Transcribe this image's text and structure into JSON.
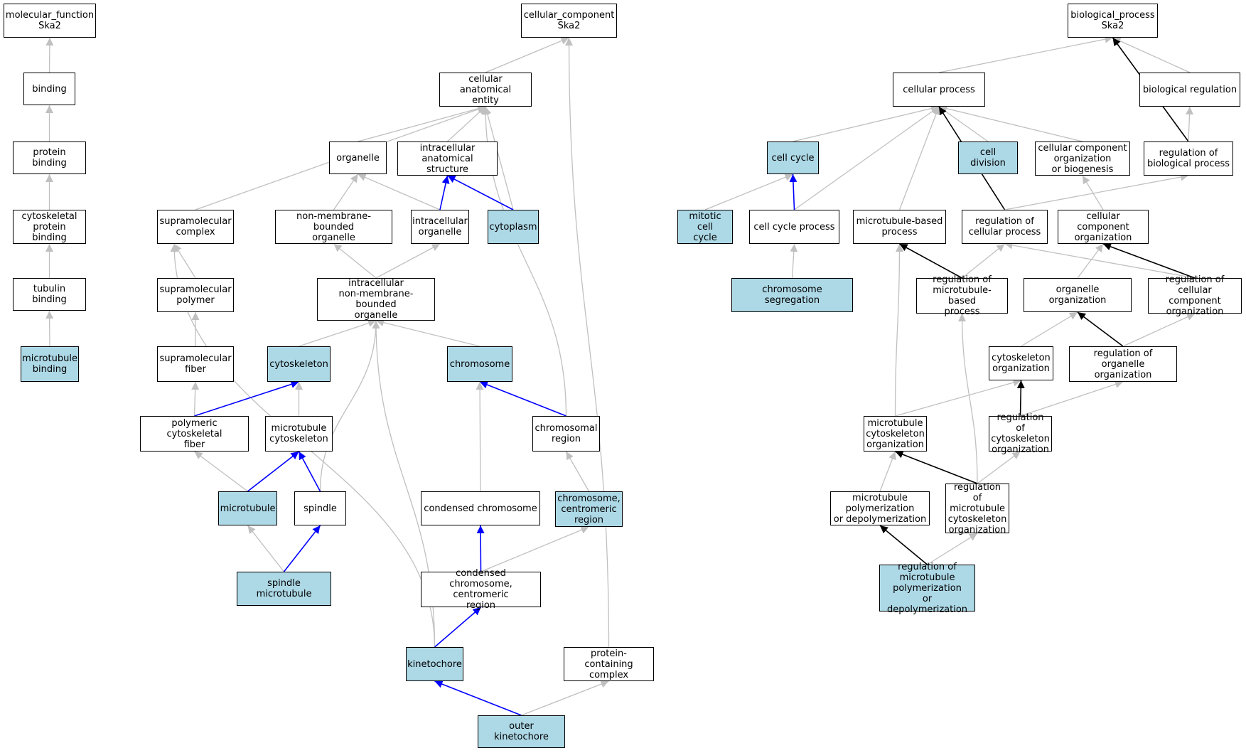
{
  "colors": {
    "highlight": "#add8e6",
    "node_bg": "#ffffff",
    "edge_is_a": "#c0c0c0",
    "edge_part_of": "#0000ff",
    "edge_regulates": "#000000"
  },
  "nodes": [
    {
      "id": "mf",
      "label": "molecular_function\nSka2",
      "hl": false
    },
    {
      "id": "bind",
      "label": "binding",
      "hl": false
    },
    {
      "id": "pbind",
      "label": "protein binding",
      "hl": false
    },
    {
      "id": "cpbind",
      "label": "cytoskeletal\nprotein binding",
      "hl": false
    },
    {
      "id": "tbind",
      "label": "tubulin binding",
      "hl": false
    },
    {
      "id": "mtbind",
      "label": "microtubule\nbinding",
      "hl": true
    },
    {
      "id": "cc",
      "label": "cellular_component\nSka2",
      "hl": false
    },
    {
      "id": "cae",
      "label": "cellular anatomical\nentity",
      "hl": false
    },
    {
      "id": "org",
      "label": "organelle",
      "hl": false
    },
    {
      "id": "ias",
      "label": "intracellular\nanatomical structure",
      "hl": false
    },
    {
      "id": "smc",
      "label": "supramolecular\ncomplex",
      "hl": false
    },
    {
      "id": "nmbo",
      "label": "non-membrane-bounded\norganelle",
      "hl": false
    },
    {
      "id": "io",
      "label": "intracellular\norganelle",
      "hl": false
    },
    {
      "id": "cyto",
      "label": "cytoplasm",
      "hl": true
    },
    {
      "id": "smp",
      "label": "supramolecular\npolymer",
      "hl": false
    },
    {
      "id": "inmbo",
      "label": "intracellular\nnon-membrane-bounded\norganelle",
      "hl": false
    },
    {
      "id": "smf",
      "label": "supramolecular\nfiber",
      "hl": false
    },
    {
      "id": "csk",
      "label": "cytoskeleton",
      "hl": true
    },
    {
      "id": "chrom",
      "label": "chromosome",
      "hl": true
    },
    {
      "id": "pcf",
      "label": "polymeric cytoskeletal\nfiber",
      "hl": false
    },
    {
      "id": "mtcsk",
      "label": "microtubule\ncytoskeleton",
      "hl": false
    },
    {
      "id": "chrreg",
      "label": "chromosomal\nregion",
      "hl": false
    },
    {
      "id": "mt",
      "label": "microtubule",
      "hl": true
    },
    {
      "id": "spindle",
      "label": "spindle",
      "hl": false
    },
    {
      "id": "condchr",
      "label": "condensed chromosome",
      "hl": false
    },
    {
      "id": "chrcen",
      "label": "chromosome,\ncentromeric\nregion",
      "hl": true
    },
    {
      "id": "spmt",
      "label": "spindle microtubule",
      "hl": true
    },
    {
      "id": "ccr",
      "label": "condensed chromosome,\ncentromeric\nregion",
      "hl": false
    },
    {
      "id": "kin",
      "label": "kinetochore",
      "hl": true
    },
    {
      "id": "pcc",
      "label": "protein-containing\ncomplex",
      "hl": false
    },
    {
      "id": "okin",
      "label": "outer kinetochore",
      "hl": true
    },
    {
      "id": "bp",
      "label": "biological_process\nSka2",
      "hl": false
    },
    {
      "id": "cp",
      "label": "cellular process",
      "hl": false
    },
    {
      "id": "breg",
      "label": "biological regulation",
      "hl": false
    },
    {
      "id": "ccyc",
      "label": "cell cycle",
      "hl": true
    },
    {
      "id": "cdiv",
      "label": "cell division",
      "hl": true
    },
    {
      "id": "ccob",
      "label": "cellular component\norganization\nor biogenesis",
      "hl": false
    },
    {
      "id": "rbp",
      "label": "regulation of\nbiological process",
      "hl": false
    },
    {
      "id": "mcc",
      "label": "mitotic cell\ncycle",
      "hl": true
    },
    {
      "id": "ccp",
      "label": "cell cycle process",
      "hl": false
    },
    {
      "id": "mtbp",
      "label": "microtubule-based\nprocess",
      "hl": false
    },
    {
      "id": "rcp",
      "label": "regulation of\ncellular process",
      "hl": false
    },
    {
      "id": "cco",
      "label": "cellular component\norganization",
      "hl": false
    },
    {
      "id": "chseg",
      "label": "chromosome segregation",
      "hl": true
    },
    {
      "id": "rmtbp",
      "label": "regulation of\nmicrotubule-based\nprocess",
      "hl": false
    },
    {
      "id": "oo",
      "label": "organelle organization",
      "hl": false
    },
    {
      "id": "rcco",
      "label": "regulation of\ncellular component\norganization",
      "hl": false
    },
    {
      "id": "csko",
      "label": "cytoskeleton\norganization",
      "hl": false
    },
    {
      "id": "roo",
      "label": "regulation of\norganelle organization",
      "hl": false
    },
    {
      "id": "mtcsko",
      "label": "microtubule\ncytoskeleton\norganization",
      "hl": false
    },
    {
      "id": "rcsko",
      "label": "regulation of\ncytoskeleton\norganization",
      "hl": false
    },
    {
      "id": "mtpd",
      "label": "microtubule\npolymerization\nor depolymerization",
      "hl": false
    },
    {
      "id": "rmtcsko",
      "label": "regulation of\nmicrotubule\ncytoskeleton\norganization",
      "hl": false
    },
    {
      "id": "rmtpd",
      "label": "regulation of\nmicrotubule\npolymerization\nor depolymerization",
      "hl": true
    }
  ],
  "edges": [
    {
      "from": "bind",
      "to": "mf",
      "type": "is_a"
    },
    {
      "from": "pbind",
      "to": "bind",
      "type": "is_a"
    },
    {
      "from": "cpbind",
      "to": "pbind",
      "type": "is_a"
    },
    {
      "from": "tbind",
      "to": "cpbind",
      "type": "is_a"
    },
    {
      "from": "mtbind",
      "to": "tbind",
      "type": "is_a"
    },
    {
      "from": "cae",
      "to": "cc",
      "type": "is_a"
    },
    {
      "from": "pcc",
      "to": "cc",
      "type": "is_a"
    },
    {
      "from": "org",
      "to": "cae",
      "type": "is_a"
    },
    {
      "from": "ias",
      "to": "cae",
      "type": "is_a"
    },
    {
      "from": "smc",
      "to": "cae",
      "type": "is_a"
    },
    {
      "from": "cyto",
      "to": "cae",
      "type": "is_a"
    },
    {
      "from": "chrreg",
      "to": "cae",
      "type": "is_a"
    },
    {
      "from": "nmbo",
      "to": "org",
      "type": "is_a"
    },
    {
      "from": "io",
      "to": "org",
      "type": "is_a"
    },
    {
      "from": "io",
      "to": "ias",
      "type": "part_of"
    },
    {
      "from": "cyto",
      "to": "ias",
      "type": "part_of"
    },
    {
      "from": "inmbo",
      "to": "nmbo",
      "type": "is_a"
    },
    {
      "from": "inmbo",
      "to": "io",
      "type": "is_a"
    },
    {
      "from": "smp",
      "to": "smc",
      "type": "is_a"
    },
    {
      "from": "kin",
      "to": "smc",
      "type": "is_a"
    },
    {
      "from": "smf",
      "to": "smp",
      "type": "is_a"
    },
    {
      "from": "pcf",
      "to": "smf",
      "type": "is_a"
    },
    {
      "from": "csk",
      "to": "inmbo",
      "type": "is_a"
    },
    {
      "from": "chrom",
      "to": "inmbo",
      "type": "is_a"
    },
    {
      "from": "spindle",
      "to": "inmbo",
      "type": "is_a"
    },
    {
      "from": "kin",
      "to": "inmbo",
      "type": "is_a"
    },
    {
      "from": "pcf",
      "to": "csk",
      "type": "part_of"
    },
    {
      "from": "mtcsk",
      "to": "csk",
      "type": "is_a"
    },
    {
      "from": "mt",
      "to": "pcf",
      "type": "is_a"
    },
    {
      "from": "mt",
      "to": "mtcsk",
      "type": "part_of"
    },
    {
      "from": "spindle",
      "to": "mtcsk",
      "type": "part_of"
    },
    {
      "from": "spmt",
      "to": "mt",
      "type": "is_a"
    },
    {
      "from": "spmt",
      "to": "spindle",
      "type": "part_of"
    },
    {
      "from": "chrreg",
      "to": "chrom",
      "type": "part_of"
    },
    {
      "from": "condchr",
      "to": "chrom",
      "type": "is_a"
    },
    {
      "from": "chrcen",
      "to": "chrreg",
      "type": "is_a"
    },
    {
      "from": "ccr",
      "to": "condchr",
      "type": "part_of"
    },
    {
      "from": "ccr",
      "to": "chrcen",
      "type": "is_a"
    },
    {
      "from": "kin",
      "to": "ccr",
      "type": "part_of"
    },
    {
      "from": "okin",
      "to": "kin",
      "type": "part_of"
    },
    {
      "from": "okin",
      "to": "pcc",
      "type": "is_a"
    },
    {
      "from": "cp",
      "to": "bp",
      "type": "is_a"
    },
    {
      "from": "breg",
      "to": "bp",
      "type": "is_a"
    },
    {
      "from": "rbp",
      "to": "bp",
      "type": "regulates"
    },
    {
      "from": "ccyc",
      "to": "cp",
      "type": "is_a"
    },
    {
      "from": "cdiv",
      "to": "cp",
      "type": "is_a"
    },
    {
      "from": "ccob",
      "to": "cp",
      "type": "is_a"
    },
    {
      "from": "ccp",
      "to": "cp",
      "type": "is_a"
    },
    {
      "from": "mtbp",
      "to": "cp",
      "type": "is_a"
    },
    {
      "from": "rcp",
      "to": "cp",
      "type": "regulates"
    },
    {
      "from": "rbp",
      "to": "breg",
      "type": "is_a"
    },
    {
      "from": "mcc",
      "to": "ccyc",
      "type": "is_a"
    },
    {
      "from": "ccp",
      "to": "ccyc",
      "type": "part_of"
    },
    {
      "from": "chseg",
      "to": "ccp",
      "type": "is_a"
    },
    {
      "from": "rcp",
      "to": "rbp",
      "type": "is_a"
    },
    {
      "from": "cco",
      "to": "ccob",
      "type": "is_a"
    },
    {
      "from": "mtcsko",
      "to": "mtbp",
      "type": "is_a"
    },
    {
      "from": "rmtbp",
      "to": "mtbp",
      "type": "regulates"
    },
    {
      "from": "rmtbp",
      "to": "rcp",
      "type": "is_a"
    },
    {
      "from": "rcco",
      "to": "rcp",
      "type": "is_a"
    },
    {
      "from": "oo",
      "to": "cco",
      "type": "is_a"
    },
    {
      "from": "rcco",
      "to": "cco",
      "type": "regulates"
    },
    {
      "from": "rmtcsko",
      "to": "rmtbp",
      "type": "is_a"
    },
    {
      "from": "csko",
      "to": "oo",
      "type": "is_a"
    },
    {
      "from": "roo",
      "to": "oo",
      "type": "regulates"
    },
    {
      "from": "roo",
      "to": "rcco",
      "type": "is_a"
    },
    {
      "from": "mtcsko",
      "to": "csko",
      "type": "is_a"
    },
    {
      "from": "rcsko",
      "to": "csko",
      "type": "regulates"
    },
    {
      "from": "rcsko",
      "to": "roo",
      "type": "is_a"
    },
    {
      "from": "mtpd",
      "to": "mtcsko",
      "type": "is_a"
    },
    {
      "from": "rmtcsko",
      "to": "mtcsko",
      "type": "regulates"
    },
    {
      "from": "rmtcsko",
      "to": "rcsko",
      "type": "is_a"
    },
    {
      "from": "rmtpd",
      "to": "mtpd",
      "type": "regulates"
    },
    {
      "from": "rmtpd",
      "to": "rmtcsko",
      "type": "is_a"
    }
  ]
}
